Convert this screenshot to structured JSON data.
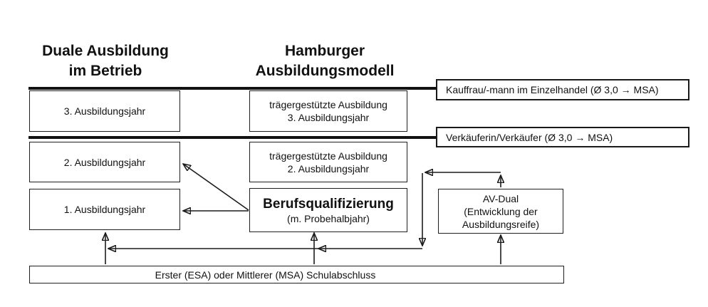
{
  "diagram": {
    "headings": {
      "left": "Duale Ausbildung\nim Betrieb",
      "center": "Hamburger\nAusbildungsmodell"
    },
    "betrieb_column": {
      "year3": "3. Ausbildungsjahr",
      "year2": "2. Ausbildungsjahr",
      "year1": "1. Ausbildungsjahr"
    },
    "traeger_column": {
      "year3": "trägergestützte Ausbildung\n3. Ausbildungsjahr",
      "year2": "trägergestützte Ausbildung\n2. Ausbildungsjahr",
      "bq_title": "Berufsqualifizierung",
      "bq_subtitle": "(m. Probehalbjahr)"
    },
    "abschluss_boxes": {
      "kauffrau": "Kauffrau/-mann im Einzelhandel (Ø 3,0 → MSA)",
      "verkaeufer": "Verkäuferin/Verkäufer (Ø 3,0 → MSA)"
    },
    "avdual": "AV-Dual\n(Entwicklung der\nAusbildungsreife)",
    "bottom": {
      "schulabschluss": "Erster (ESA) oder Mittlerer (MSA) Schulabschluss"
    },
    "colors": {
      "line": "#1c1c1c",
      "background": "#ffffff",
      "text": "#111111"
    }
  }
}
